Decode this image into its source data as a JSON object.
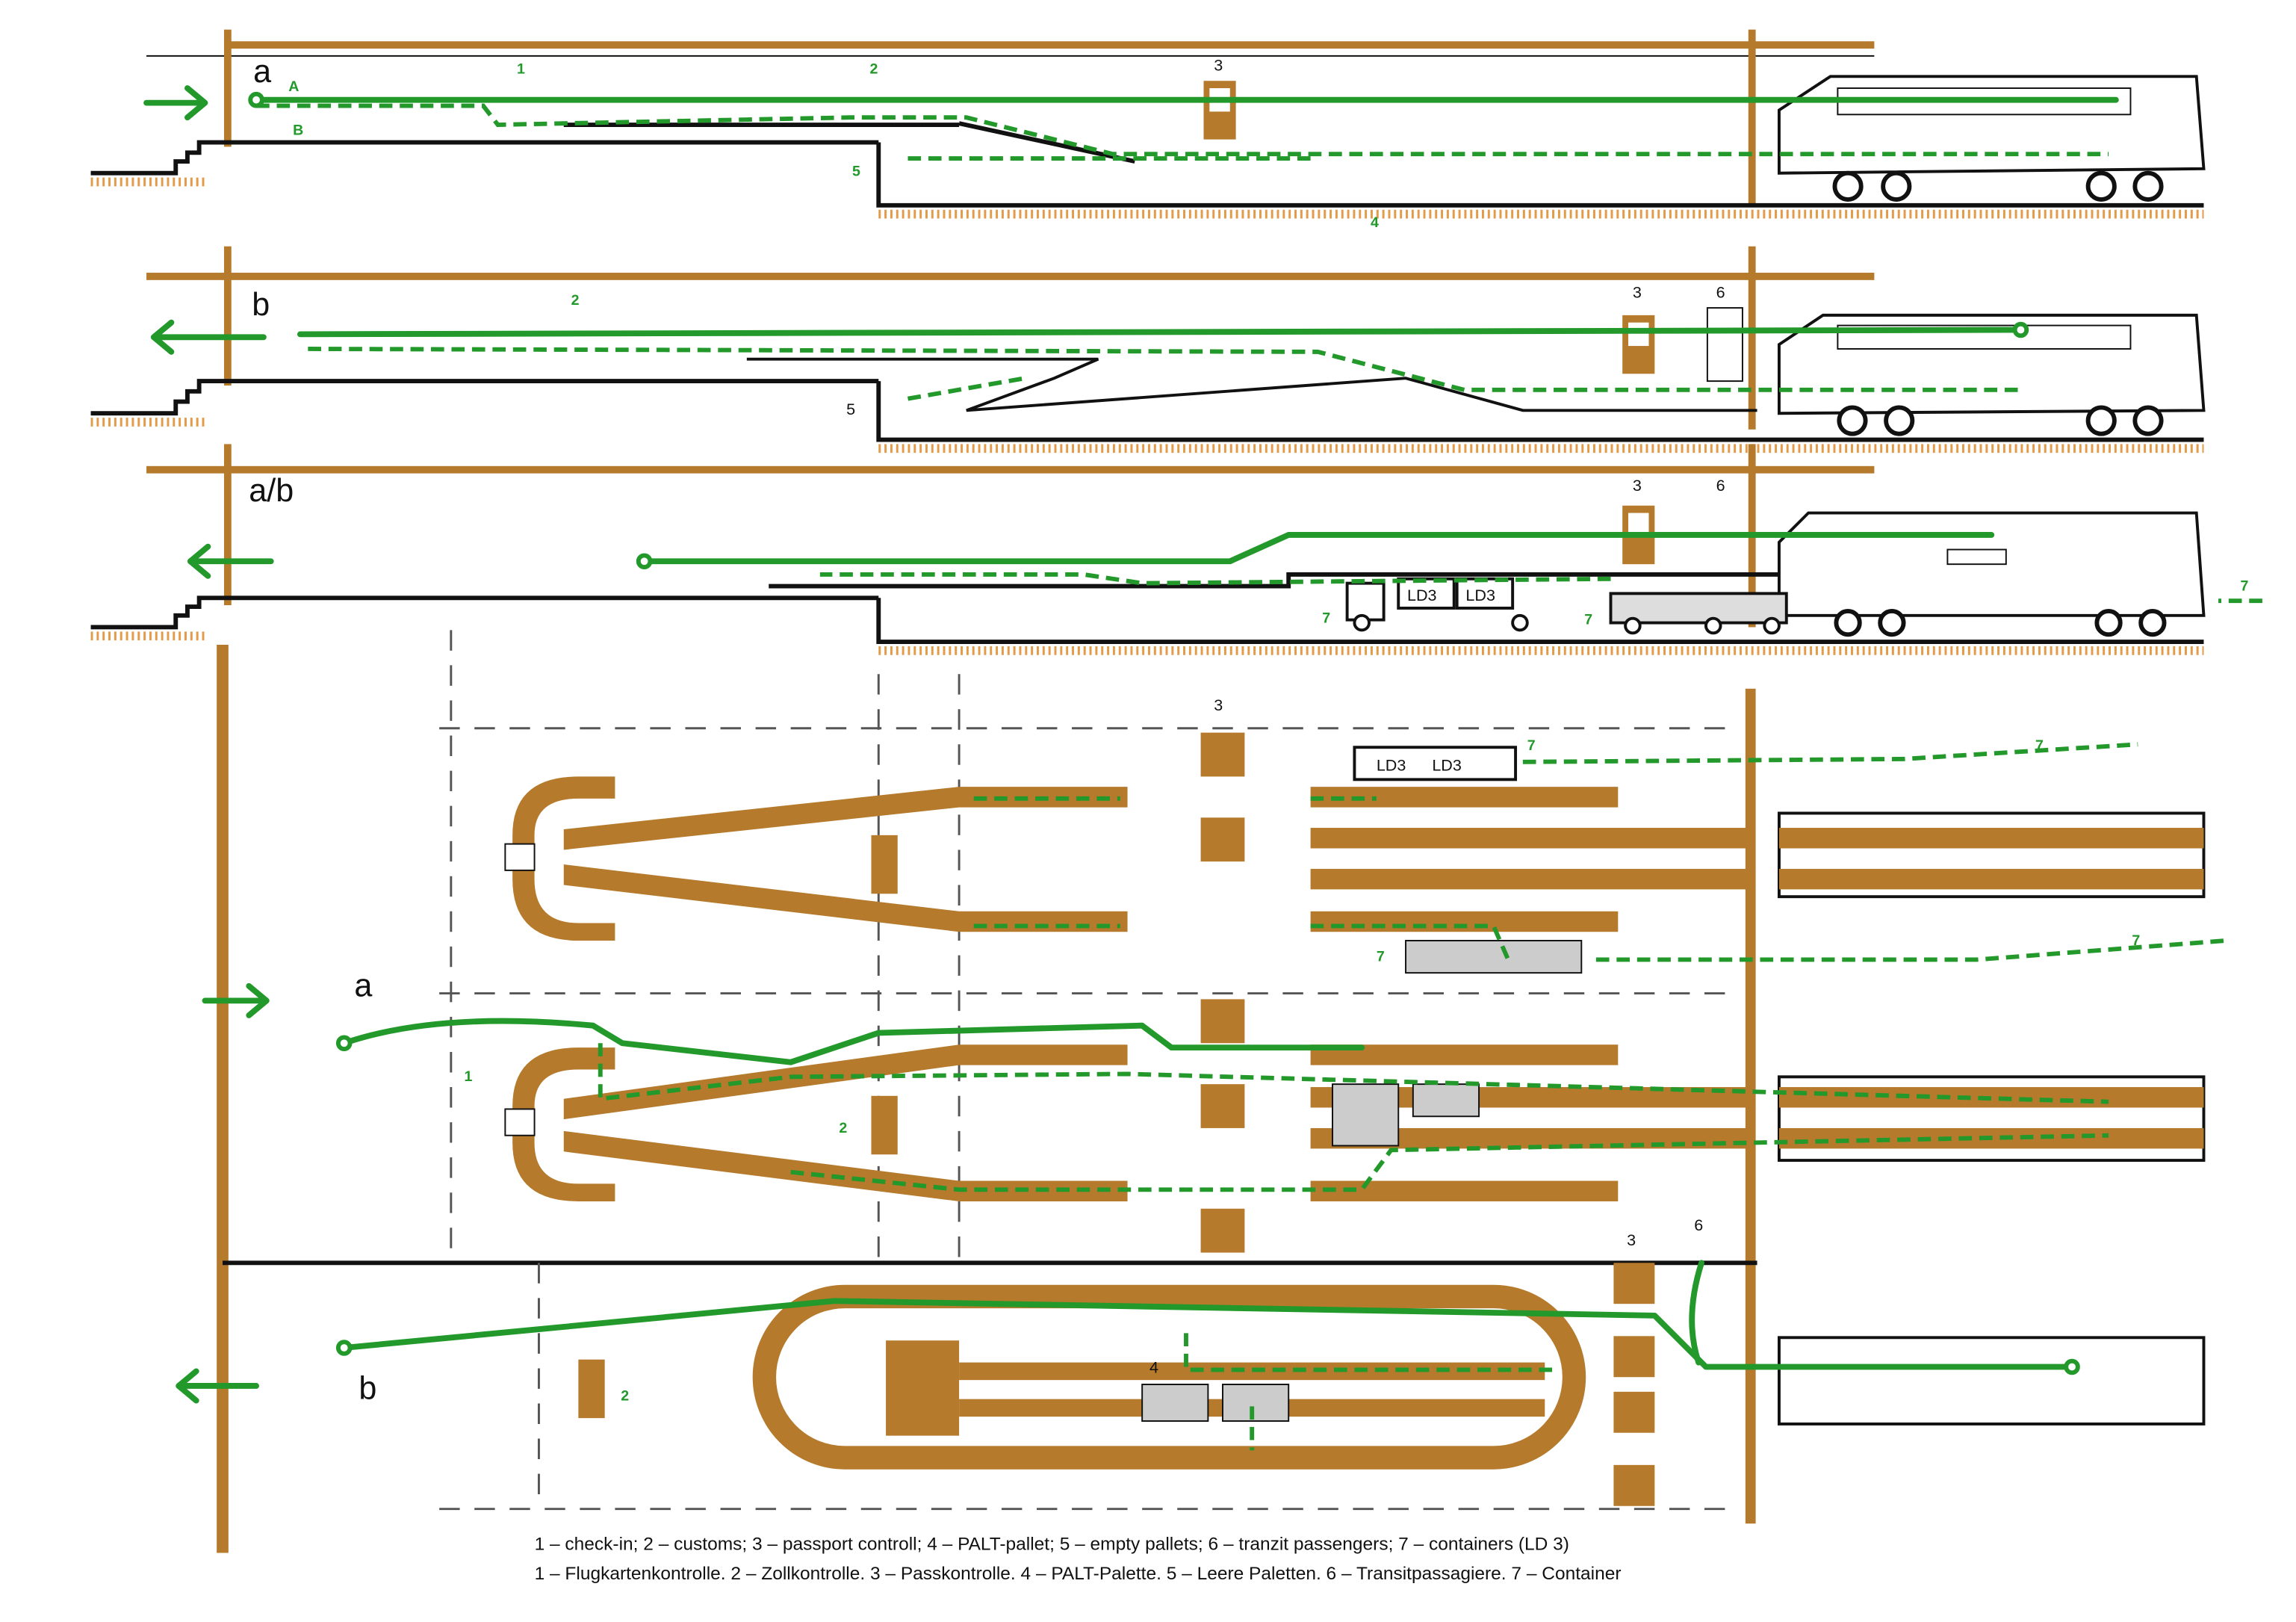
{
  "sections": {
    "elevation_a": "a",
    "elevation_b": "b",
    "elevation_ab": "a/b",
    "plan_a": "a",
    "plan_b": "b"
  },
  "flow_labels": {
    "a_flow_A": "A",
    "a_flow_B": "B"
  },
  "markers": {
    "checkin": "1",
    "customs": "2",
    "passport": "3",
    "pallet": "4",
    "empty_pallets": "5",
    "transit": "6",
    "containers": "7"
  },
  "container_labels": [
    "LD3",
    "LD3",
    "LD3",
    "LD3"
  ],
  "legend": {
    "english": "1 – check-in; 2 – customs; 3 – passport controll; 4 – PALT-pallet; 5 – empty pallets; 6 – tranzit passengers; 7 – containers (LD 3)",
    "german": "1 – Flugkartenkontrolle. 2 – Zollkontrolle. 3 – Passkontrolle. 4 – PALT-Palette. 5 – Leere Paletten. 6 – Transitpassagiere. 7 – Container"
  },
  "colors": {
    "structure": "#b57a2c",
    "passenger_flow": "#22992a",
    "ground": "#e39b4a"
  }
}
